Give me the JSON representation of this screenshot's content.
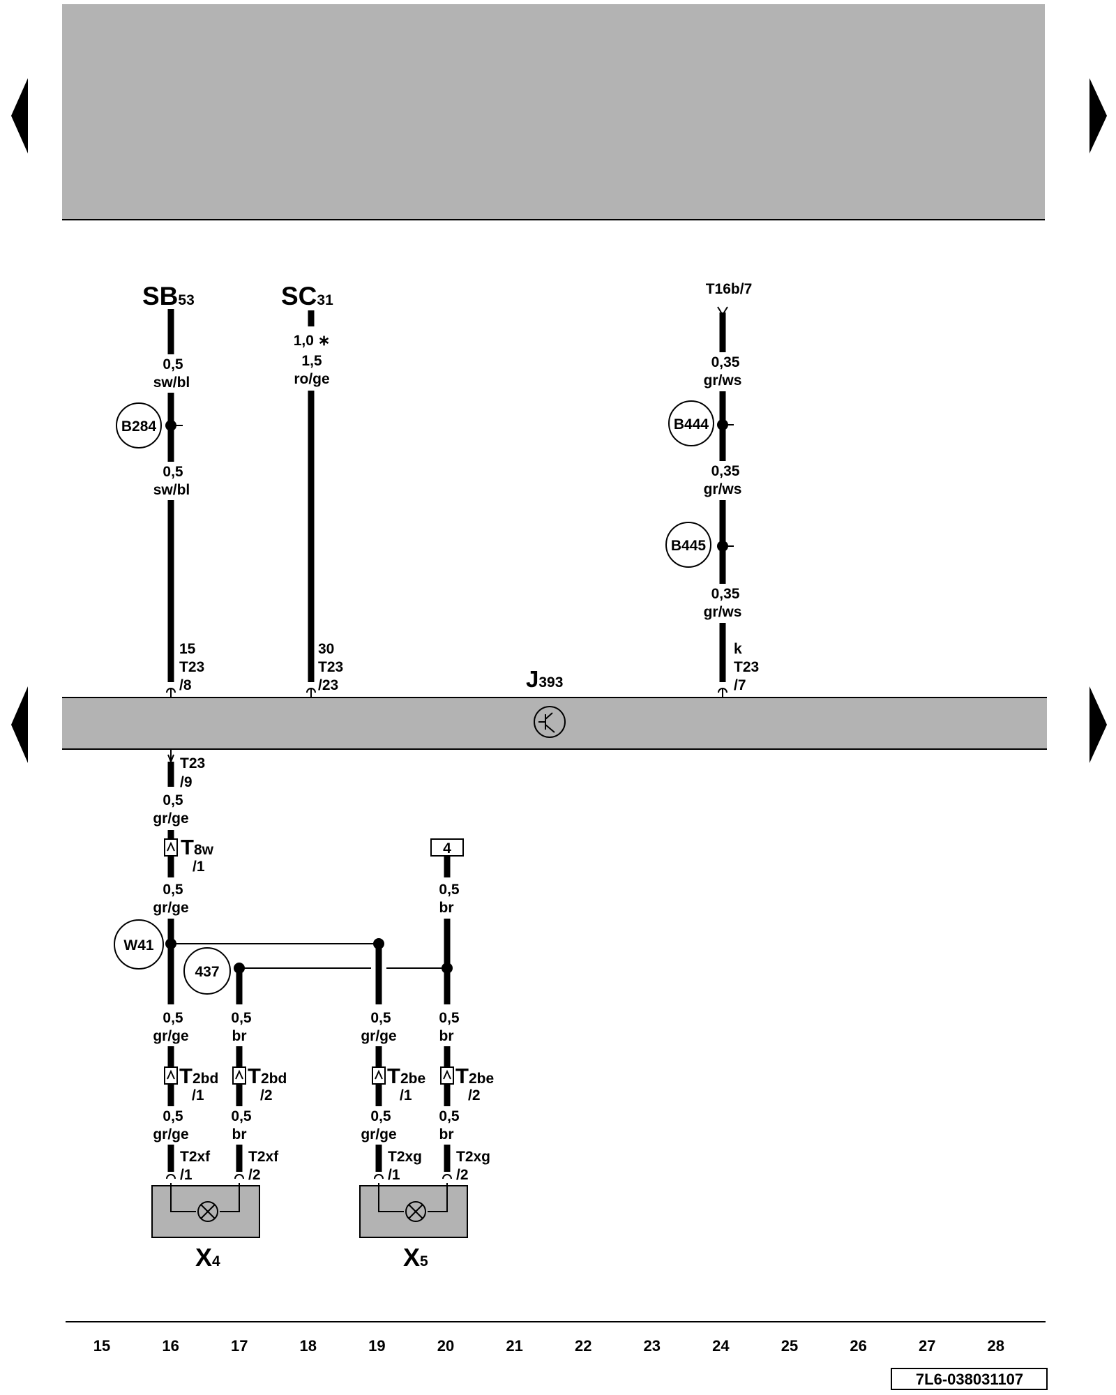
{
  "components": {
    "sb": {
      "name": "SB",
      "sub": "53"
    },
    "sc": {
      "name": "SC",
      "sub": "31"
    },
    "j": {
      "name": "J",
      "sub": "393"
    },
    "x4": {
      "name": "X",
      "sub": "4"
    },
    "x5": {
      "name": "X",
      "sub": "5"
    }
  },
  "connector_top_right": "T16b/7",
  "wires": {
    "sb_1": {
      "size": "0,5",
      "color": "sw/bl"
    },
    "sb_2": {
      "size": "0,5",
      "color": "sw/bl"
    },
    "sc_alt": "1,0 ∗",
    "sc": {
      "size": "1,5",
      "color": "ro/ge"
    },
    "r_1": {
      "size": "0,35",
      "color": "gr/ws"
    },
    "r_2": {
      "size": "0,35",
      "color": "gr/ws"
    },
    "r_3": {
      "size": "0,35",
      "color": "gr/ws"
    },
    "l_1": {
      "size": "0,5",
      "color": "gr/ge"
    },
    "l_2": {
      "size": "0,5",
      "color": "gr/ge"
    },
    "br_top": {
      "size": "0,5",
      "color": "br"
    },
    "b16": {
      "size": "0,5",
      "color": "gr/ge"
    },
    "b17": {
      "size": "0,5",
      "color": "br"
    },
    "b19": {
      "size": "0,5",
      "color": "gr/ge"
    },
    "b20": {
      "size": "0,5",
      "color": "br"
    },
    "c16": {
      "size": "0,5",
      "color": "gr/ge"
    },
    "c17": {
      "size": "0,5",
      "color": "br"
    },
    "c19": {
      "size": "0,5",
      "color": "gr/ge"
    },
    "c20": {
      "size": "0,5",
      "color": "br"
    }
  },
  "splices": {
    "b284": "B284",
    "b444": "B444",
    "b445": "B445",
    "w41": "W41",
    "g437": "437"
  },
  "pins": {
    "p16": {
      "pin": "15",
      "conn": "T23",
      "num": "/8"
    },
    "p18": {
      "pin": "30",
      "conn": "T23",
      "num": "/23"
    },
    "p24": {
      "pin": "k",
      "conn": "T23",
      "num": "/7"
    },
    "out16": {
      "conn": "T23",
      "num": "/9"
    }
  },
  "connectors": {
    "t8w": {
      "name": "T",
      "sub": "8w",
      "num": "/1"
    },
    "t2bd_1": {
      "name": "T",
      "sub": "2bd",
      "num": "/1"
    },
    "t2bd_2": {
      "name": "T",
      "sub": "2bd",
      "num": "/2"
    },
    "t2be_1": {
      "name": "T",
      "sub": "2be",
      "num": "/1"
    },
    "t2be_2": {
      "name": "T",
      "sub": "2be",
      "num": "/2"
    },
    "t2xf_1": {
      "conn": "T2xf",
      "num": "/1"
    },
    "t2xf_2": {
      "conn": "T2xf",
      "num": "/2"
    },
    "t2xg_1": {
      "conn": "T2xg",
      "num": "/1"
    },
    "t2xg_2": {
      "conn": "T2xg",
      "num": "/2"
    }
  },
  "ref_box": "4",
  "columns": [
    "15",
    "16",
    "17",
    "18",
    "19",
    "20",
    "21",
    "22",
    "23",
    "24",
    "25",
    "26",
    "27",
    "28"
  ],
  "doc_code": "7L6-038031107",
  "colors": {
    "module_fill": "#b3b3b3",
    "wire": "#000000"
  }
}
